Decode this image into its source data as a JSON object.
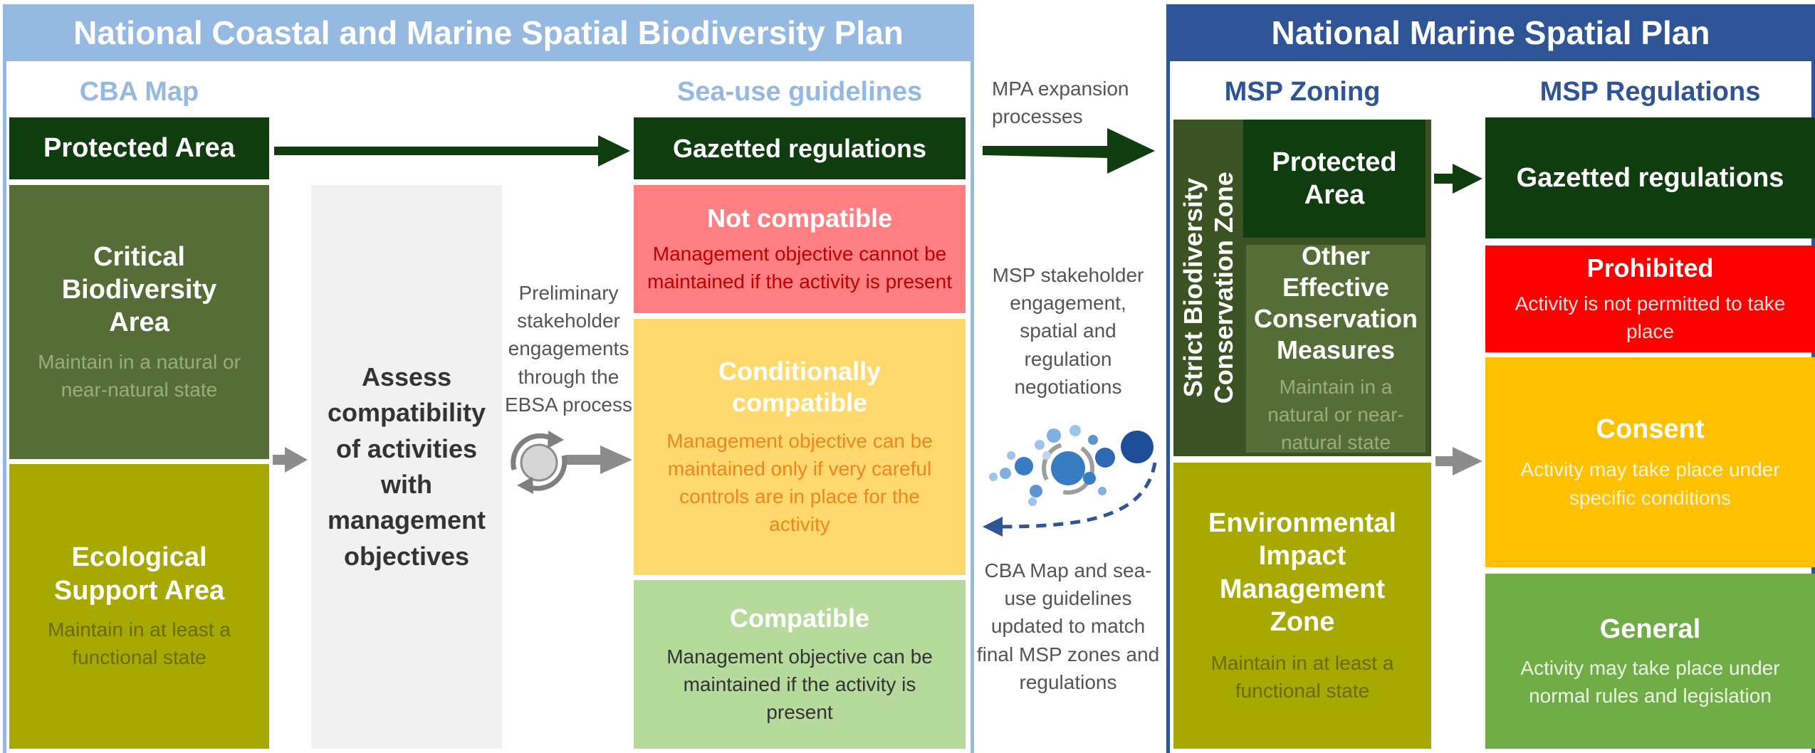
{
  "left_panel": {
    "title": "National Coastal and Marine Spatial Biodiversity Plan",
    "cba_map": {
      "header": "CBA Map",
      "protected_area": "Protected Area",
      "critical": {
        "title": "Critical Biodiversity Area",
        "desc": "Maintain in a natural or near-natural state"
      },
      "ecological": {
        "title": "Ecological Support Area",
        "desc": "Maintain in at least a functional state"
      }
    },
    "assess": "Assess compatibility of activities with management objectives",
    "preliminary": "Preliminary stakeholder engagements through the EBSA process",
    "sea_use": {
      "header": "Sea-use guidelines",
      "gazetted": "Gazetted regulations",
      "not_compatible": {
        "title": "Not compatible",
        "desc": "Management objective cannot be maintained if the activity is present"
      },
      "conditional": {
        "title": "Conditionally compatible",
        "desc": "Management objective can be maintained only if very careful controls are in place for the activity"
      },
      "compatible": {
        "title": "Compatible",
        "desc": "Management objective can be maintained if the activity is present"
      }
    }
  },
  "middle": {
    "mpa": "MPA expansion processes",
    "msp_engagement": "MSP stakeholder engagement, spatial and regulation negotiations",
    "cba_update": "CBA Map and sea-use guidelines updated to match final MSP zones and regulations"
  },
  "right_panel": {
    "title": "National Marine Spatial Plan",
    "zoning": {
      "header": "MSP Zoning",
      "strict_zone": "Strict Biodiversity Conservation Zone",
      "protected_area": "Protected Area",
      "oecm": {
        "title": "Other Effective Conservation Measures",
        "desc": "Maintain in a natural or near-natural state"
      },
      "eimz": {
        "title": "Environmental Impact Management Zone",
        "desc": "Maintain in at least a functional state"
      }
    },
    "regulations": {
      "header": "MSP Regulations",
      "gazetted": "Gazetted regulations",
      "prohibited": {
        "title": "Prohibited",
        "desc": "Activity is not permitted to take place"
      },
      "consent": {
        "title": "Consent",
        "desc": "Activity may take place under specific conditions"
      },
      "general": {
        "title": "General",
        "desc": "Activity may take place under normal rules and legislation"
      }
    }
  },
  "colors": {
    "left_header": "#95b9e0",
    "right_header": "#2f5597",
    "dark_green": "#0f3d0f",
    "olive_green": "#566d38",
    "yellow_olive": "#a7a800",
    "light_gray": "#f1f1f1",
    "red_pink": "#ff7f82",
    "light_yellow": "#ffd96e",
    "light_green": "#b6d99c",
    "red": "#ff0000",
    "amber": "#ffc000",
    "green": "#70ad47"
  }
}
